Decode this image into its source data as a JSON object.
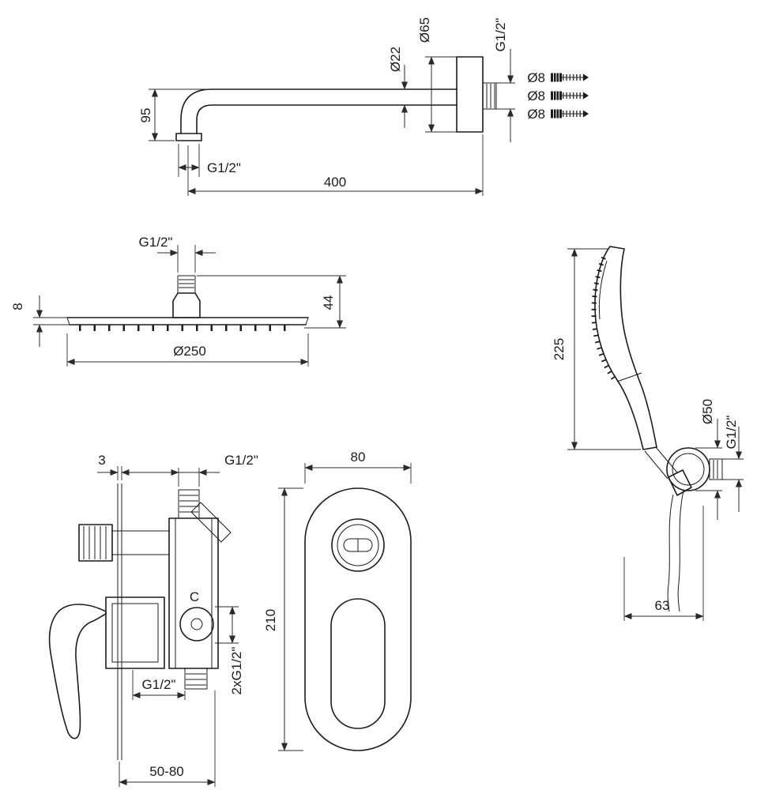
{
  "colors": {
    "background": "#ffffff",
    "line": "#1c1c1c",
    "dimension": "#2a2a2a"
  },
  "shower_arm": {
    "dim_height": "95",
    "thread_tip": "G1/2\"",
    "dim_length": "400",
    "dim_pipe_diameter": "Ø22",
    "dim_flange_diameter": "Ø65",
    "thread_wall": "G1/2\"",
    "screws": [
      {
        "label": "Ø8"
      },
      {
        "label": "Ø8"
      },
      {
        "label": "Ø8"
      }
    ]
  },
  "shower_head": {
    "thread": "G1/2\"",
    "dim_thickness": "8",
    "dim_height": "44",
    "dim_diameter": "Ø250"
  },
  "hand_shower": {
    "dim_length": "225",
    "dim_flange_diameter": "Ø50",
    "thread": "G1/2\"",
    "dim_projection": "63"
  },
  "mixer": {
    "dim_plate_thickness": "3",
    "thread_top": "G1/2\"",
    "marking": "C",
    "dim_outlets": "2xG1/2\"",
    "thread_bottom": "G1/2\"",
    "dim_depth": "50-80"
  },
  "trim_plate": {
    "dim_width": "80",
    "dim_height": "210"
  }
}
